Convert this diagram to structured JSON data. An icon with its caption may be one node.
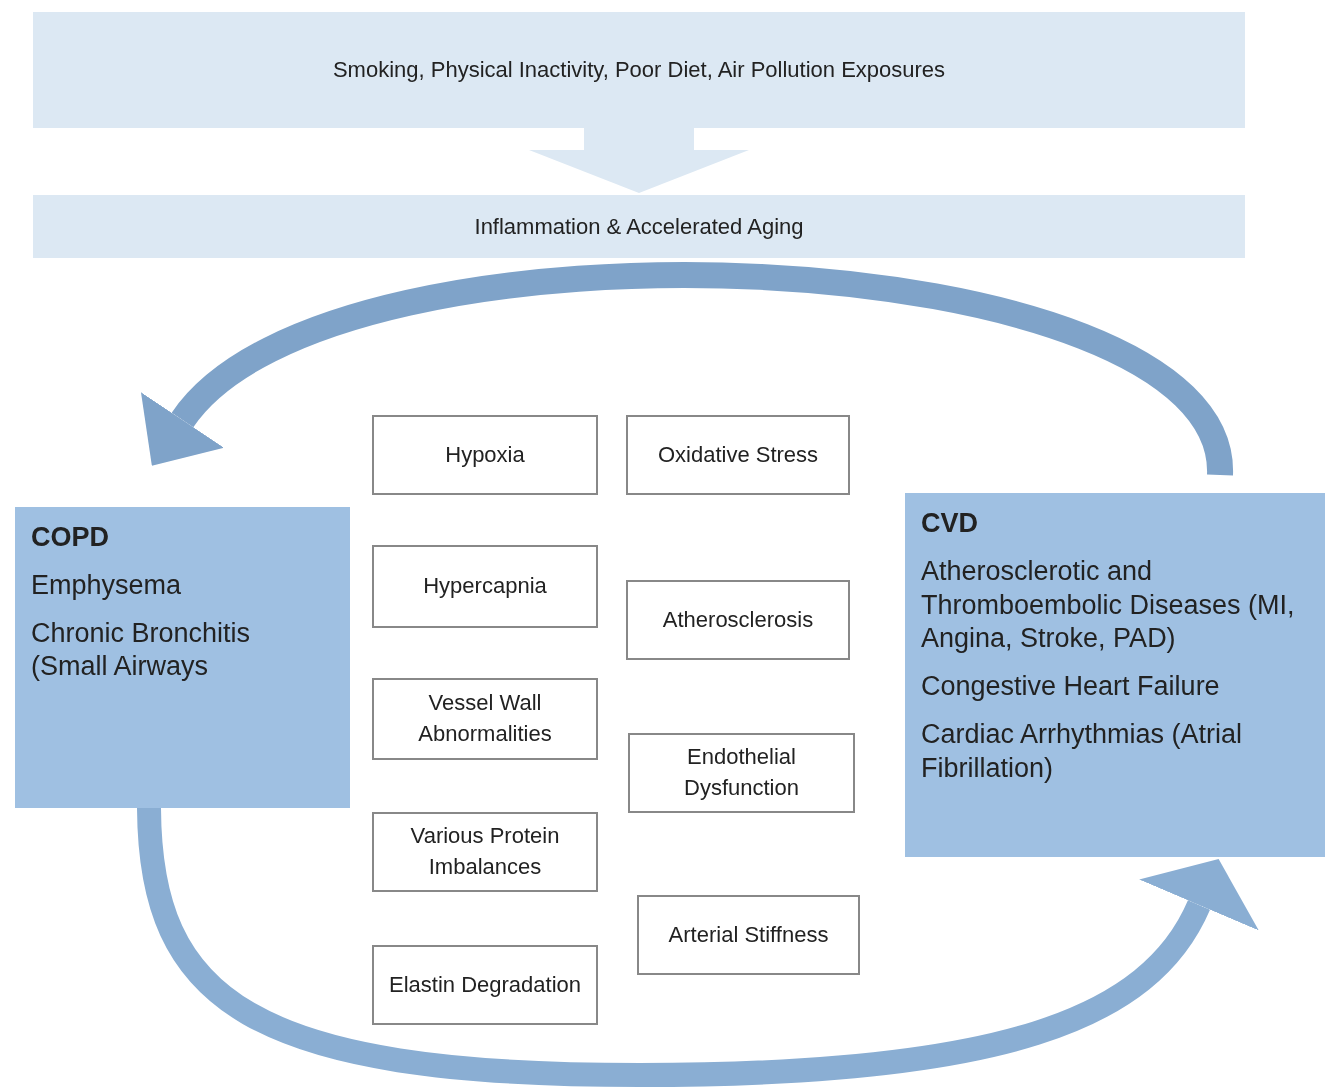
{
  "diagram": {
    "nodes": [
      {
        "text": [
          "Smoking, Physical Inactivity, Poor Diet, Air Pollution Exposures"
        ]
      },
      {
        "text": [
          "Inflammation & Accelerated Aging"
        ]
      },
      {
        "text": [
          "COPD",
          "Emphysema",
          "Chronic Bronchitis (Small Airways"
        ]
      },
      {
        "text": [
          "CVD",
          "Atherosclerotic and Thromboembolic Diseases (MI, Angina, Stroke, PAD)",
          "Congestive Heart Failure",
          "Cardiac Arrhythmias (Atrial Fibrillation)"
        ]
      },
      {
        "text": [
          "Hypoxia"
        ]
      },
      {
        "text": [
          "Oxidative Stress"
        ]
      },
      {
        "text": [
          "Hypercapnia"
        ]
      },
      {
        "text": [
          "Atherosclerosis"
        ]
      },
      {
        "text": [
          "Vessel Wall Abnormalities"
        ]
      },
      {
        "text": [
          "Endothelial Dysfunction"
        ]
      },
      {
        "text": [
          "Various Protein Imbalances"
        ]
      },
      {
        "text": [
          "Arterial Stiffness"
        ]
      },
      {
        "text": [
          "Elastin Degradation"
        ]
      }
    ],
    "edges": [
      {
        "from": 0,
        "to": 1,
        "arrow": "to",
        "style": "thick",
        "color": "#dce8f3"
      },
      {
        "from": 3,
        "to": 2,
        "arrow": "to",
        "color": "#7fa3c9"
      },
      {
        "from": 2,
        "to": 3,
        "arrow": "to",
        "color": "#8aaed3"
      }
    ]
  }
}
